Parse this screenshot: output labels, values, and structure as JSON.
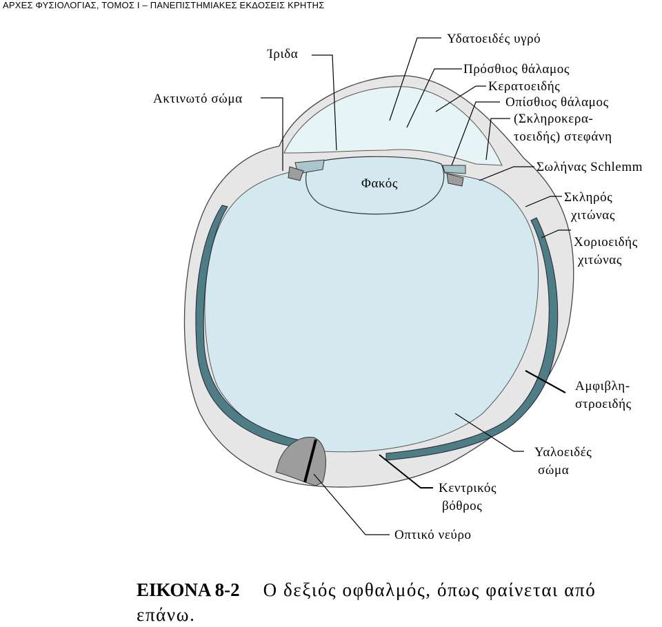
{
  "header": {
    "title": "ΑΡΧΕΣ ΦΥΣΙΟΛΟΓΙΑΣ, ΤΟΜΟΣ I – ΠΑΝΕΠΙΣΤΗΜΙΑΚΕΣ ΕΚΔΟΣΕΙΣ ΚΡΗΤΗΣ"
  },
  "labels": {
    "aqueous_humor": "Υδατοειδές υγρό",
    "iris": "Ίριδα",
    "anterior_chamber": "Πρόσθιος θάλαμος",
    "cornea": "Κερατοειδής",
    "ciliary_body": "Ακτινωτό σώμα",
    "posterior_chamber": "Οπίσθιος θάλαμος",
    "corneoscleral_line1": "(Σκληροκερα-",
    "corneoscleral_line2": "τοειδής) στεφάνη",
    "lens": "Φακός",
    "schlemm_canal": "Σωλήνας Schlemm",
    "sclera_line1": "Σκληρός",
    "sclera_line2": "χιτώνας",
    "choroid_line1": "Χοριοειδής",
    "choroid_line2": "χιτώνας",
    "retina_line1": "Αμφιβλη-",
    "retina_line2": "στροειδής",
    "vitreous_line1": "Υαλοειδές",
    "vitreous_line2": "σώμα",
    "fovea_line1": "Κεντρικός",
    "fovea_line2": "βόθρος",
    "optic_nerve": "Οπτικό νεύρο"
  },
  "caption": {
    "figure_label": "ΕΙΚΟΝΑ 8-2",
    "text": "Ο δεξιός οφθαλμός, όπως φαίνεται από επάνω."
  },
  "colors": {
    "sclera_fill": "#e6e6e6",
    "vitreous_fill": "#d3e9ef",
    "aqueous_fill": "#e7f4f6",
    "choroid_fill": "#4f7d86",
    "optic_nerve_fill": "#9d9d9d",
    "iris_fill": "#a9c6cb"
  }
}
